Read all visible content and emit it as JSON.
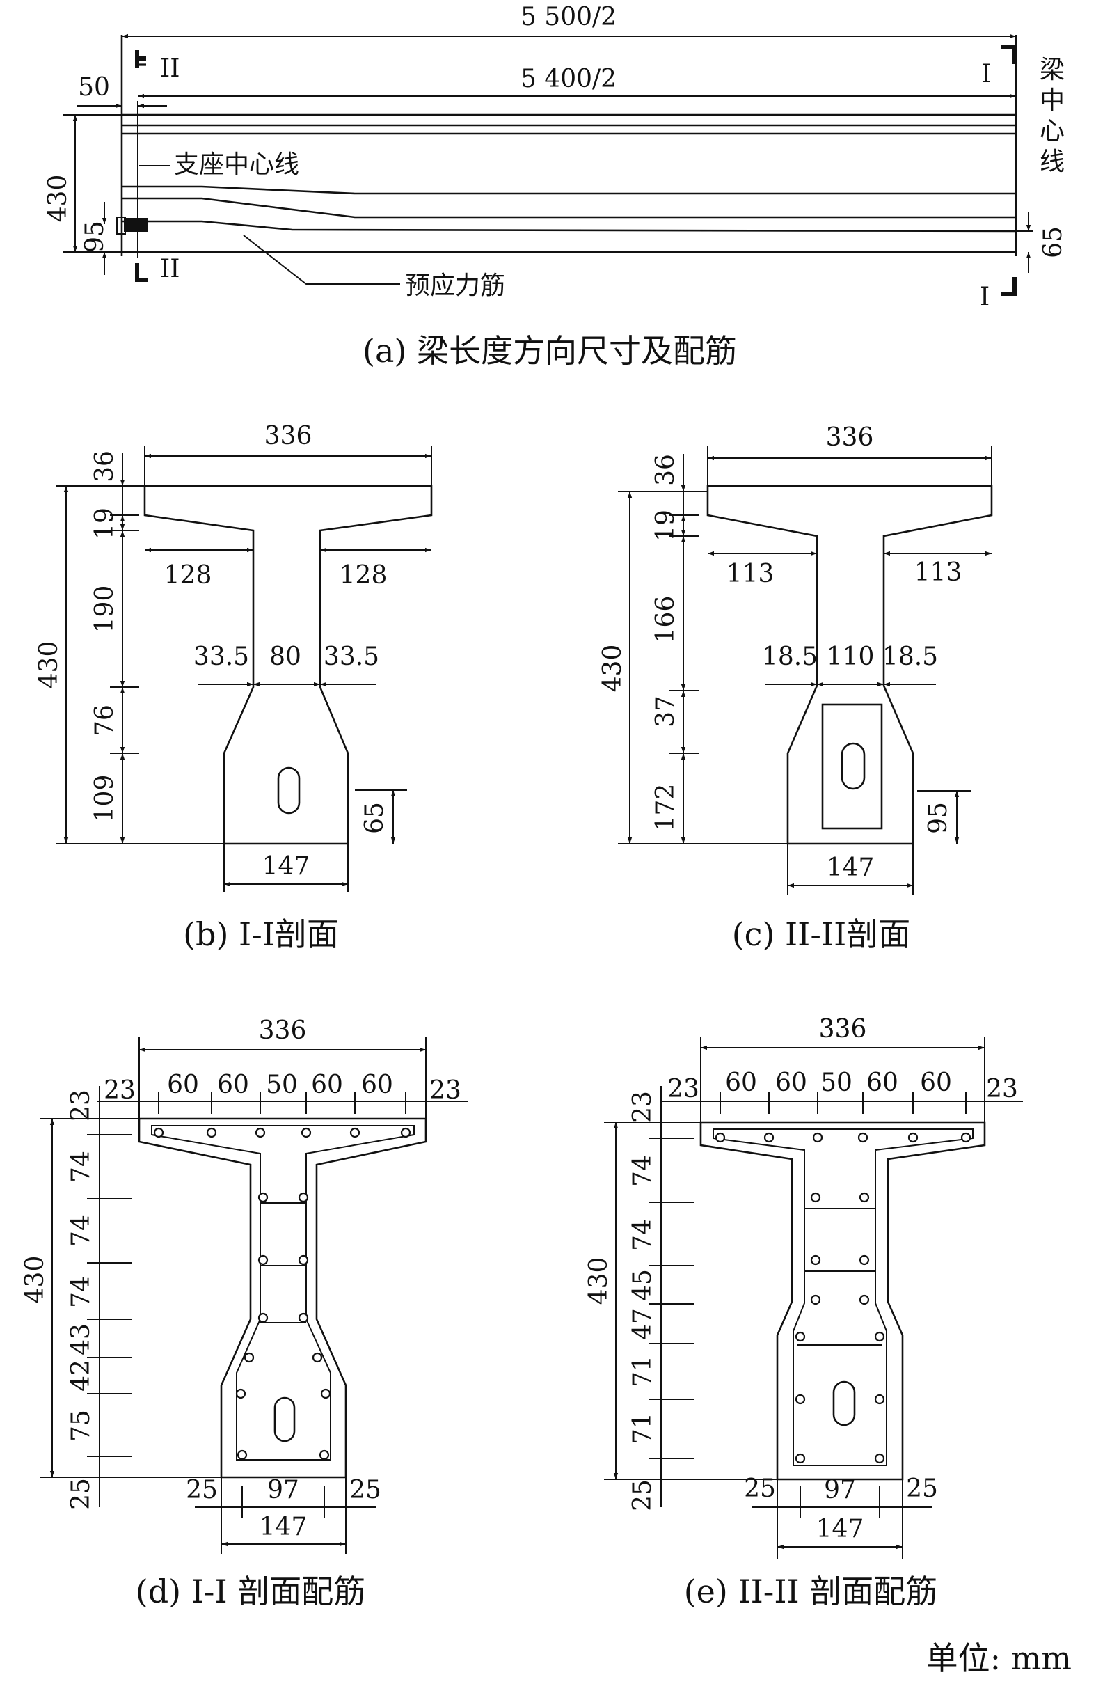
{
  "panel_a": {
    "caption": "(a) 梁长度方向尺寸及配筋",
    "dim_total": "5 500/2",
    "dim_span": "5 400/2",
    "dim_end": "50",
    "dim_height": "430",
    "dim_anchor": "95",
    "dim_tendon": "65",
    "label_support": "支座中心线",
    "label_tendon": "预应力筋",
    "label_center": [
      "梁",
      "中",
      "心",
      "线"
    ],
    "sec_II_top": "II",
    "sec_II_bot": "II",
    "sec_I_top": "I",
    "sec_I_bot": "I"
  },
  "panel_b": {
    "caption": "(b) I-I剖面",
    "width": "336",
    "h_total": "430",
    "h_flange": "36",
    "h_haunch": "19",
    "h_web": "190",
    "h_taper": "76",
    "h_bulb": "109",
    "wing_left": "128",
    "wing_right": "128",
    "web_l": "33.5",
    "web_c": "80",
    "web_r": "33.5",
    "tendon": "65",
    "bottom": "147"
  },
  "panel_c": {
    "caption": "(c) II-II剖面",
    "width": "336",
    "h_total": "430",
    "h_flange": "36",
    "h_haunch": "19",
    "h_web": "166",
    "h_taper": "37",
    "h_bulb": "172",
    "wing_left": "113",
    "wing_right": "113",
    "web_l": "18.5",
    "web_c": "110",
    "web_r": "18.5",
    "tendon": "95",
    "bottom": "147"
  },
  "panel_d": {
    "caption": "(d) I-I 剖面配筋",
    "width": "336",
    "edge_l": "23",
    "edge_r": "23",
    "spacings": [
      "60",
      "60",
      "50",
      "60",
      "60"
    ],
    "h_total": "430",
    "vertical": [
      "23",
      "74",
      "74",
      "74",
      "43",
      "42",
      "75",
      "25"
    ],
    "bot_l": "25",
    "bot_c": "97",
    "bot_r": "25",
    "bottom": "147"
  },
  "panel_e": {
    "caption": "(e) II-II 剖面配筋",
    "width": "336",
    "edge_l": "23",
    "edge_r": "23",
    "spacings": [
      "60",
      "60",
      "50",
      "60",
      "60"
    ],
    "h_total": "430",
    "vertical": [
      "23",
      "74",
      "74",
      "45",
      "47",
      "71",
      "71",
      "25"
    ],
    "bot_l": "25",
    "bot_c": "97",
    "bot_r": "25",
    "bottom": "147"
  },
  "unit": "单位: mm"
}
